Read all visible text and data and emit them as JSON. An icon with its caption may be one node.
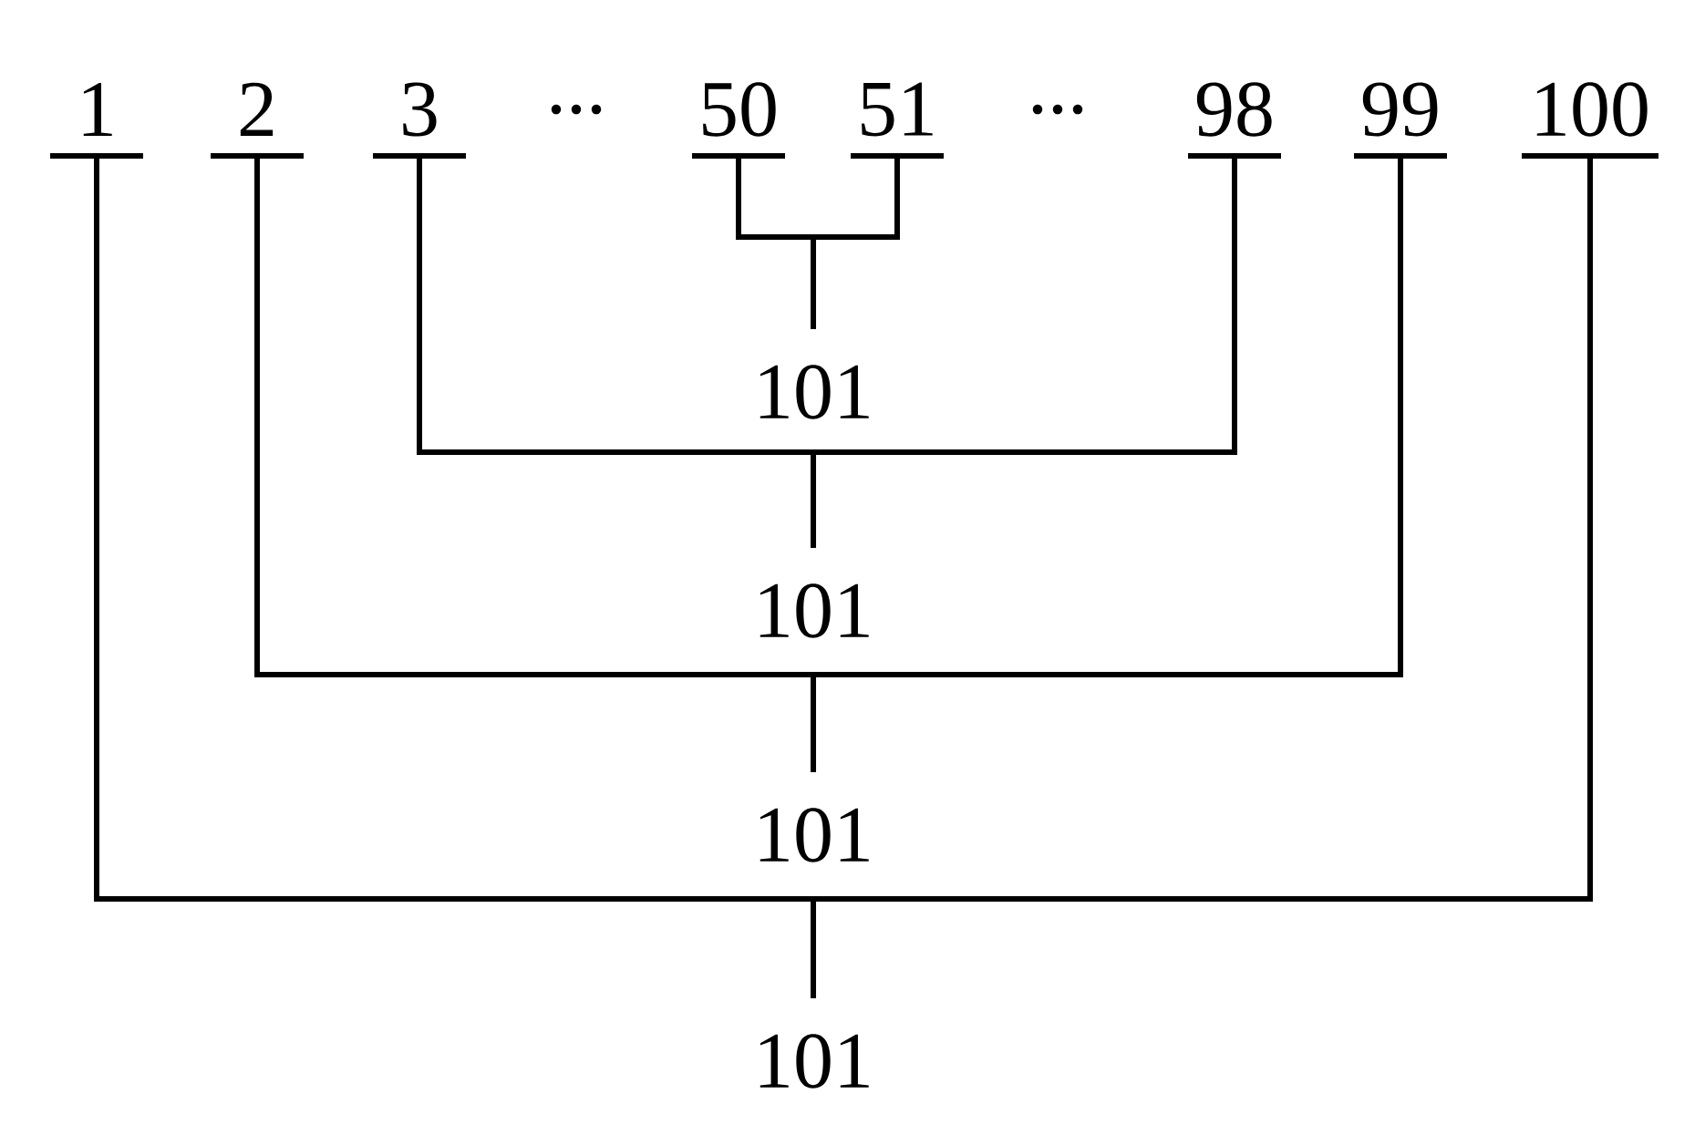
{
  "diagram": {
    "nodes": [
      {
        "text": [
          "1"
        ]
      },
      {
        "text": [
          "2"
        ]
      },
      {
        "text": [
          "3"
        ]
      },
      {
        "text": [
          "50"
        ]
      },
      {
        "text": [
          "51"
        ]
      },
      {
        "text": [
          "98"
        ]
      },
      {
        "text": [
          "99"
        ]
      },
      {
        "text": [
          "100"
        ]
      },
      {
        "text": [
          "101"
        ]
      },
      {
        "text": [
          "101"
        ]
      },
      {
        "text": [
          "101"
        ]
      },
      {
        "text": [
          "101"
        ]
      }
    ],
    "edges": [
      {
        "from": 3,
        "to": 8,
        "arrow": "none"
      },
      {
        "from": 4,
        "to": 8,
        "arrow": "none"
      },
      {
        "from": 2,
        "to": 9,
        "arrow": "none"
      },
      {
        "from": 5,
        "to": 9,
        "arrow": "none"
      },
      {
        "from": 8,
        "to": 9,
        "arrow": "none"
      },
      {
        "from": 1,
        "to": 10,
        "arrow": "none"
      },
      {
        "from": 6,
        "to": 10,
        "arrow": "none"
      },
      {
        "from": 9,
        "to": 10,
        "arrow": "none"
      },
      {
        "from": 0,
        "to": 11,
        "arrow": "none"
      },
      {
        "from": 7,
        "to": 11,
        "arrow": "none"
      },
      {
        "from": 10,
        "to": 11,
        "arrow": "none"
      }
    ],
    "labels": [
      "...",
      "..."
    ]
  }
}
